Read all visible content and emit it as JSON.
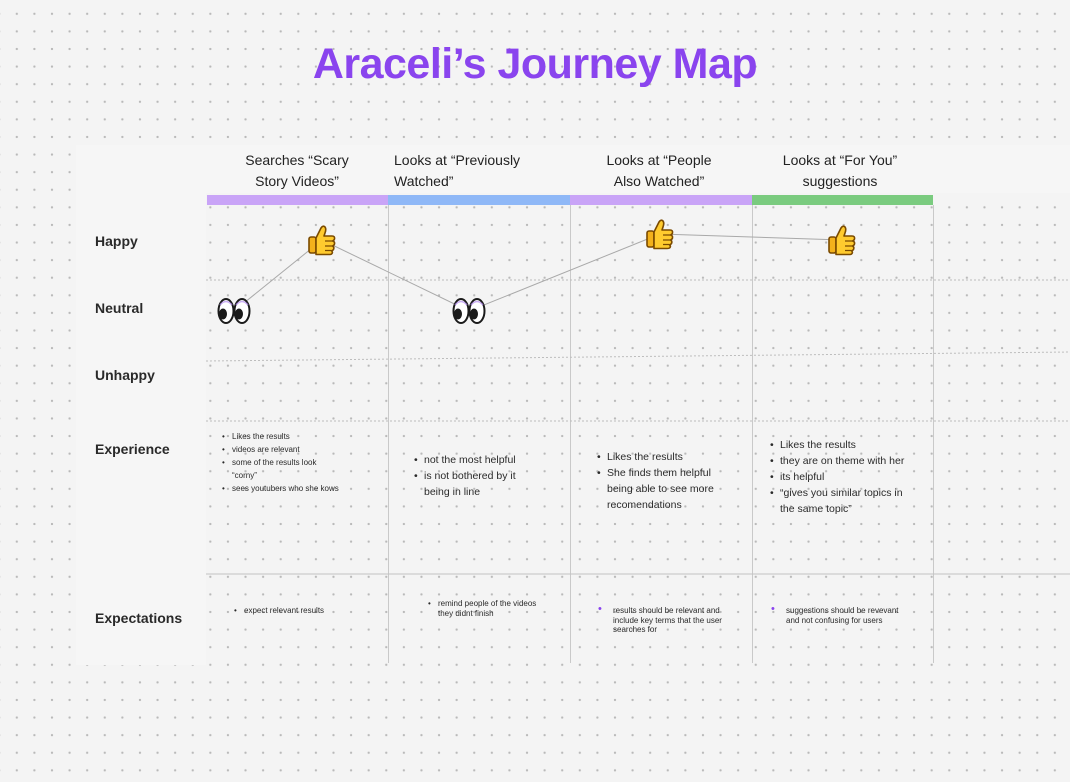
{
  "title": "Araceli’s Journey Map",
  "rows": [
    "Happy",
    "Neutral",
    "Unhappy",
    "Experience",
    "Expectations"
  ],
  "stages": [
    {
      "title": "Searches “Scary Story Videos”",
      "bar_color": "#c9a4f7",
      "emotion": "Happy",
      "marker": "thumbs-up",
      "experience": [
        "Likes the results",
        "videos are relevant",
        "some of the results look “corny”",
        "sees youtubers who she kows"
      ],
      "expectations": [
        "expect relevant results"
      ]
    },
    {
      "title": "Looks at “Previously Watched”",
      "bar_color": "#8fb8f7",
      "emotion": "Neutral",
      "marker": "eyes",
      "experience": [
        "not the most helpful",
        "is not bothered by it being in line"
      ],
      "expectations": [
        "remind people of the videos they didnt finish"
      ]
    },
    {
      "title": "Looks at “People Also Watched”",
      "bar_color": "#c9a4f7",
      "emotion": "Happy",
      "marker": "thumbs-up",
      "experience": [
        "Likes the results",
        "She finds them helpful being able to see more recomendations"
      ],
      "expectations": [
        "results should be relevant and include key terms that the user searches for"
      ]
    },
    {
      "title": "Looks at “For You” suggestions",
      "bar_color": "#7acb7f",
      "emotion": "Happy",
      "marker": "thumbs-up",
      "experience": [
        "Likes the results",
        "they are on theme with her",
        "its helpful",
        "“gives you similar topics in the same topic”"
      ],
      "expectations": [
        "suggestions should be revevant and not confusing for users"
      ]
    }
  ],
  "start_marker": {
    "emotion": "Neutral",
    "marker": "eyes"
  },
  "colors": {
    "title": "#8a44ee",
    "line": "#a9a9a9"
  }
}
